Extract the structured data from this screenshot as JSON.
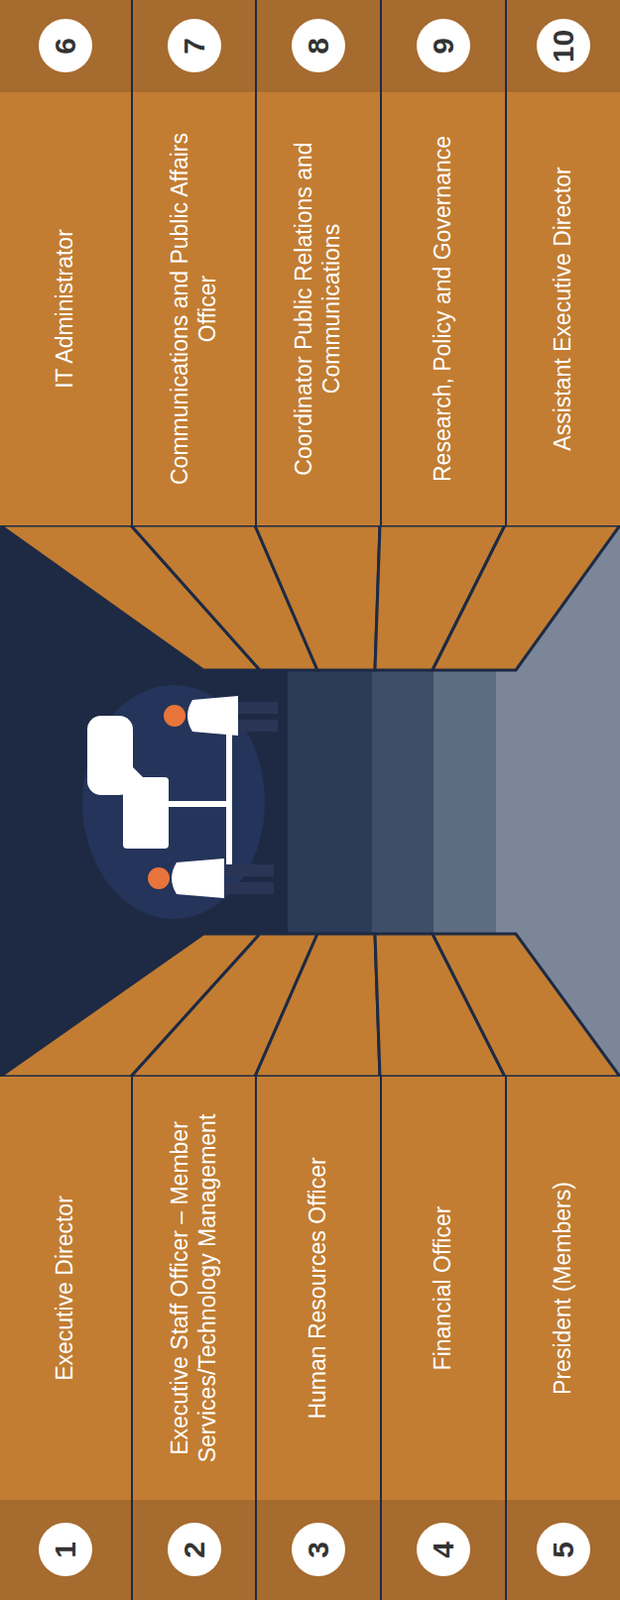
{
  "diagram": {
    "nodes": [
      {
        "text": [
          "Executive Director"
        ]
      },
      {
        "text": [
          "Executive Staff Officer – Member Services/Technology Management"
        ]
      },
      {
        "text": [
          "Human Resources Officer"
        ]
      },
      {
        "text": [
          "Financial Officer"
        ]
      },
      {
        "text": [
          "President (Members)"
        ]
      },
      {
        "text": [
          "IT Administrator"
        ]
      },
      {
        "text": [
          "Communications and Public Affairs Officer"
        ]
      },
      {
        "text": [
          "Coordinator Public Relations and Communications"
        ]
      },
      {
        "text": [
          "Research, Policy and Governance"
        ]
      },
      {
        "text": [
          "Assistant Executive Director"
        ]
      }
    ],
    "labels": [
      "1",
      "2",
      "3",
      "4",
      "5",
      "6",
      "7",
      "8",
      "9",
      "10"
    ]
  }
}
